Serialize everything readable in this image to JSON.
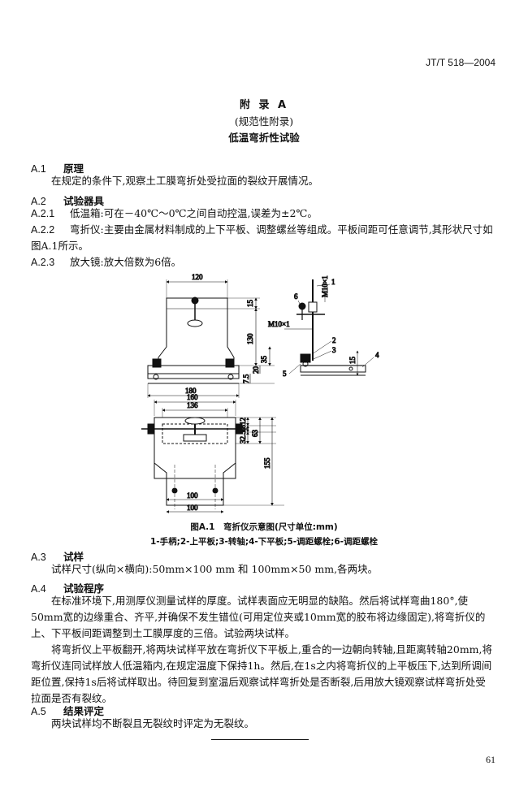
{
  "header": {
    "std_code": "JT/T 518—2004"
  },
  "appendix": {
    "title": "附 录 A",
    "subtitle": "(规范性附录)",
    "name": "低温弯折性试验"
  },
  "sections": {
    "a1": {
      "num": "A.1",
      "title": "原理",
      "text": "在规定的条件下,观察土工膜弯折处受拉面的裂纹开展情况。"
    },
    "a2": {
      "num": "A.2",
      "title": "试验器具"
    },
    "a21": {
      "num": "A.2.1",
      "text": "低温箱:可在－40℃～0℃之间自动控温,误差为±2℃。"
    },
    "a22": {
      "num": "A.2.2",
      "text": "弯折仪:主要由金属材料制成的上下平板、调整螺丝等组成。平板间距可任意调节,其形状尺寸如图A.1所示。"
    },
    "a23": {
      "num": "A.2.3",
      "text": "放大镜:放大倍数为6倍。"
    },
    "a3": {
      "num": "A.3",
      "title": "试样",
      "text": "试样尺寸(纵向×横向):50mm×100 mm 和 100mm×50 mm,各两块。"
    },
    "a4": {
      "num": "A.4",
      "title": "试验程序",
      "p1": "在标准环境下,用测厚仪测量试样的厚度。试样表面应无明显的缺陷。然后将试样弯曲180°,使50mm宽的边缘重合、齐平,并确保不发生错位(可用定位夹或10mm宽的胶布将边缘固定),将弯折仪的上、下平板间距调整到土工膜厚度的三倍。试验两块试样。",
      "p2": "将弯折仪上平板翻开,将两块试样平放在弯折仪下平板上,重合的一边朝向转轴,且距离转轴20mm,将弯折仪连同试样放人低温箱内,在规定温度下保持1h。然后,在1s之内将弯折仪的上平板压下,达到所调间距位置,保持1s后将试样取出。待回复到室温后观察试样弯折处是否断裂,后用放大镜观察试样弯折处受拉面是否有裂纹。"
    },
    "a5": {
      "num": "A.5",
      "title": "结果评定",
      "text": "两块试样均不断裂且无裂纹时评定为无裂纹。"
    }
  },
  "figure": {
    "caption": "图A.1　弯折仪示意图(尺寸单位:mm)",
    "legend": "1-手柄;2-上平板;3-转轴;4-下平板;5-调距螺栓;6-调距螺栓",
    "dims": {
      "d120": "120",
      "d15a": "15",
      "d130": "130",
      "d35": "35",
      "d20": "20",
      "d75": "7.5",
      "d180": "180",
      "m10": "M10×1",
      "m10b": "M10×1",
      "d15b": "15",
      "d160": "160",
      "d136": "136",
      "d12": "12",
      "d18": "18",
      "d325": "32.5",
      "d63": "63",
      "d155": "155",
      "d100a": "100",
      "d100b": "100",
      "c1": "1",
      "c2": "2",
      "c3": "3",
      "c4": "4",
      "c5": "5",
      "c6": "6"
    }
  },
  "footer": {
    "page_number": "61"
  }
}
